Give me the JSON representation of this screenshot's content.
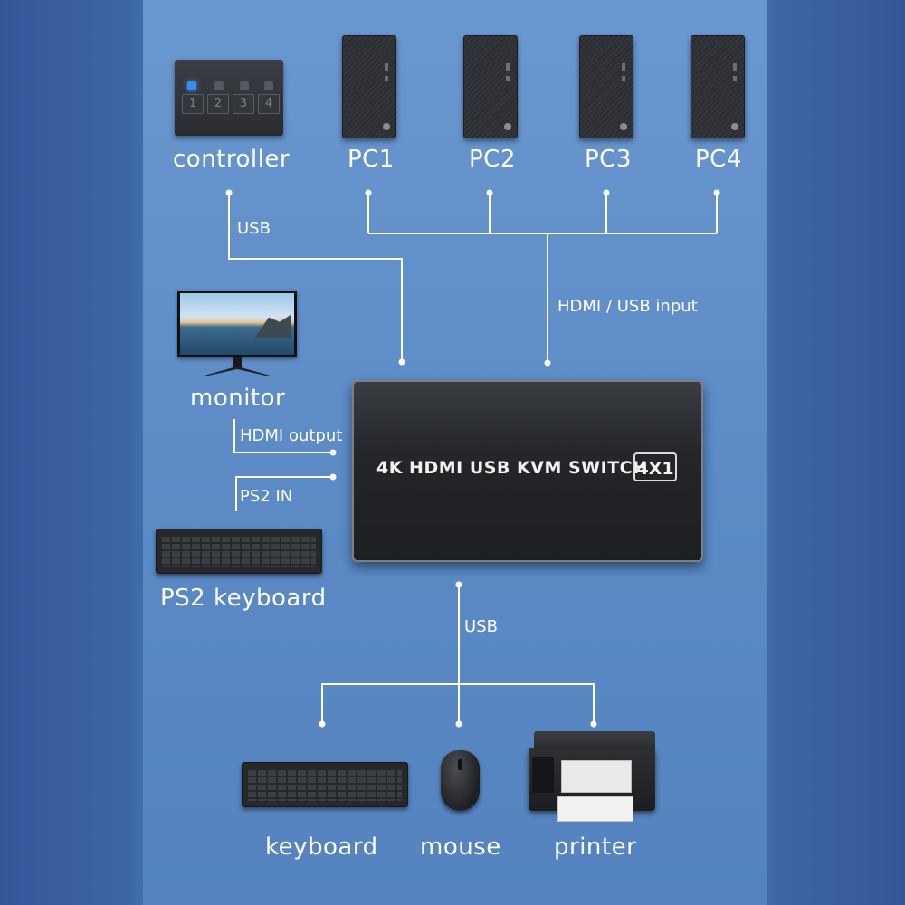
{
  "devices": {
    "controller": {
      "label": "controller",
      "buttons": [
        "1",
        "2",
        "3",
        "4"
      ],
      "active_led_color": "#3b8cf0"
    },
    "pcs": [
      {
        "label": "PC1"
      },
      {
        "label": "PC2"
      },
      {
        "label": "PC3"
      },
      {
        "label": "PC4"
      }
    ],
    "monitor": {
      "label": "monitor"
    },
    "ps2_keyboard": {
      "label": "PS2 keyboard"
    },
    "keyboard": {
      "label": "keyboard"
    },
    "mouse": {
      "label": "mouse"
    },
    "printer": {
      "label": "printer"
    }
  },
  "kvm_switch": {
    "title": "4K HDMI USB KVM SWITCH",
    "badge": "4X1"
  },
  "connections": {
    "controller_usb": "USB",
    "hdmi_usb_input": "HDMI / USB input",
    "hdmi_output": "HDMI output",
    "ps2_in": "PS2 IN",
    "usb_bottom": "USB"
  },
  "colors": {
    "line": "#ffffff",
    "device_dark": "#2a2c30",
    "panel_blue": "#5f8ec9",
    "background_blue": "#3a5d9a"
  }
}
